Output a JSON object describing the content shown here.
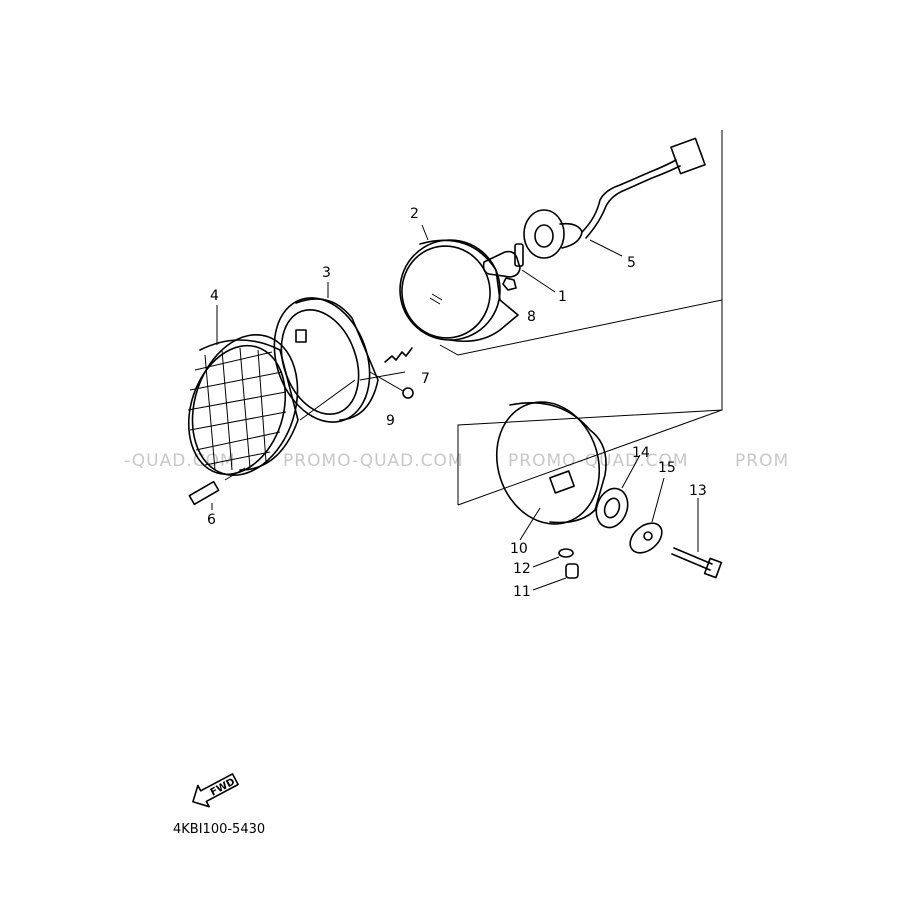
{
  "diagram": {
    "part_numbers": [
      "1",
      "2",
      "3",
      "4",
      "5",
      "6",
      "7",
      "8",
      "9",
      "10",
      "11",
      "12",
      "13",
      "14",
      "15"
    ],
    "watermark": [
      "-QUAD.COM",
      "PROMO-QUAD.COM",
      "PROMO-QUAD.COM",
      "PROM"
    ],
    "direction_label": "FWD",
    "catalog_code": "4KBI100-5430"
  }
}
